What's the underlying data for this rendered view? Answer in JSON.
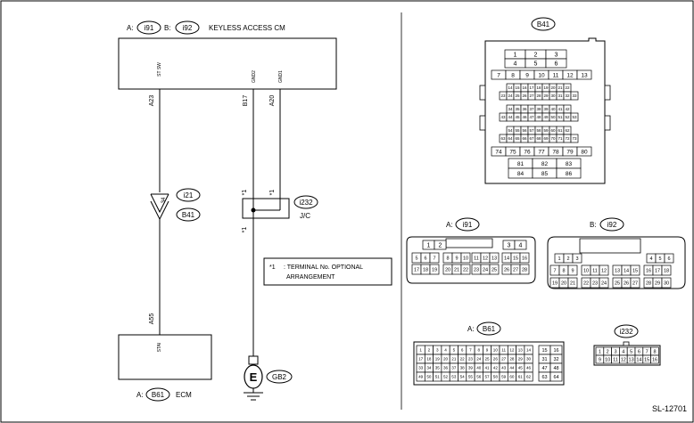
{
  "top": {
    "ref_a_prefix": "A:",
    "ref_a": "i91",
    "ref_b_prefix": "B:",
    "ref_b": "i92",
    "title": "KEYLESS ACCESS CM"
  },
  "keyless": {
    "pins": [
      "ST SW",
      "GND2",
      "GND1"
    ],
    "terminals": [
      "A23",
      "B17",
      "A20"
    ]
  },
  "star1": "*1",
  "connector_i21": {
    "pin": "34",
    "top": "i21",
    "bottom": "B41"
  },
  "jc": {
    "ref": "i232",
    "label": "J/C"
  },
  "note": {
    "marker": "*1",
    "line1": ": TERMINAL No. OPTIONAL",
    "line2": "ARRANGEMENT"
  },
  "ecm": {
    "terminal": "A55",
    "pin": "STAI",
    "ref_prefix": "A:",
    "ref": "B61",
    "title": "ECM"
  },
  "ground": {
    "symbol": "E",
    "ref": "GB2"
  },
  "conn_b41": {
    "ref": "B41",
    "rows": [
      [
        "1",
        "2",
        "3"
      ],
      [
        "4",
        "5",
        "6"
      ],
      [
        "7",
        "8",
        "9",
        "10",
        "11",
        "12",
        "13"
      ],
      [
        "14",
        "15",
        "16",
        "17",
        "18",
        "19",
        "20",
        "21",
        "22"
      ],
      [
        "23",
        "24",
        "25",
        "26",
        "27",
        "28",
        "29",
        "30",
        "31",
        "32",
        "33"
      ],
      [
        "34",
        "35",
        "36",
        "37",
        "38",
        "39",
        "40",
        "41",
        "42"
      ],
      [
        "43",
        "44",
        "45",
        "46",
        "47",
        "48",
        "49",
        "50",
        "51",
        "52",
        "53"
      ],
      [
        "54",
        "55",
        "56",
        "57",
        "58",
        "59",
        "60",
        "61",
        "62"
      ],
      [
        "63",
        "64",
        "65",
        "66",
        "67",
        "68",
        "69",
        "70",
        "71",
        "72",
        "73"
      ],
      [
        "74",
        "75",
        "76",
        "77",
        "78",
        "79",
        "80"
      ],
      [
        "81",
        "82",
        "83"
      ],
      [
        "84",
        "85",
        "86"
      ]
    ]
  },
  "conn_i91": {
    "ref_prefix": "A:",
    "ref": "i91",
    "rows": [
      [
        "1",
        "2",
        "3",
        "4"
      ],
      [
        "5",
        "6",
        "7",
        "8",
        "9",
        "10",
        "11",
        "12",
        "13",
        "14",
        "15",
        "16"
      ],
      [
        "17",
        "18",
        "19",
        "20",
        "21",
        "22",
        "23",
        "24",
        "25",
        "26",
        "27",
        "28"
      ]
    ]
  },
  "conn_i92": {
    "ref_prefix": "B:",
    "ref": "i92",
    "rows": [
      [
        "1",
        "2",
        "3",
        "4",
        "5",
        "6"
      ],
      [
        "7",
        "8",
        "9",
        "10",
        "11",
        "12",
        "13",
        "14",
        "15",
        "16",
        "17",
        "18"
      ],
      [
        "19",
        "20",
        "21",
        "22",
        "23",
        "24",
        "25",
        "26",
        "27",
        "28",
        "29",
        "30"
      ]
    ]
  },
  "conn_b61": {
    "ref_prefix": "A:",
    "ref": "B61",
    "rows": [
      [
        "1",
        "2",
        "3",
        "4",
        "5",
        "6",
        "7",
        "8",
        "9",
        "10",
        "11",
        "12",
        "13",
        "14",
        "15",
        "16"
      ],
      [
        "17",
        "18",
        "19",
        "20",
        "21",
        "22",
        "23",
        "24",
        "25",
        "26",
        "27",
        "28",
        "29",
        "30",
        "31",
        "32"
      ],
      [
        "33",
        "34",
        "35",
        "36",
        "37",
        "38",
        "39",
        "40",
        "41",
        "42",
        "43",
        "44",
        "45",
        "46",
        "47",
        "48"
      ],
      [
        "49",
        "50",
        "51",
        "52",
        "53",
        "54",
        "55",
        "56",
        "57",
        "58",
        "59",
        "60",
        "61",
        "62",
        "63",
        "64"
      ]
    ]
  },
  "conn_i232": {
    "ref": "i232",
    "rows": [
      [
        "1",
        "2",
        "3",
        "4",
        "5",
        "6",
        "7",
        "8"
      ],
      [
        "9",
        "10",
        "11",
        "12",
        "13",
        "14",
        "15",
        "16"
      ]
    ]
  },
  "code": "SL-12701"
}
